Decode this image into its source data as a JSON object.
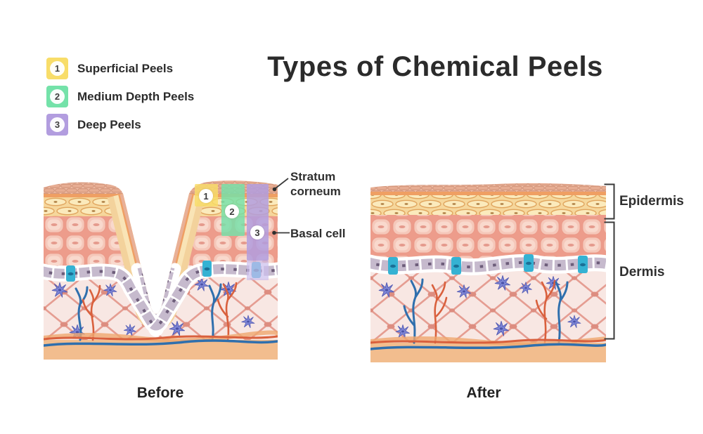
{
  "title": "Types of Chemical Peels",
  "legend": [
    {
      "number": "1",
      "label": "Superficial Peels",
      "color": "#f8dd69"
    },
    {
      "number": "2",
      "label": "Medium Depth Peels",
      "color": "#74e2a9"
    },
    {
      "number": "3",
      "label": "Deep Peels",
      "color": "#b29ddf"
    }
  ],
  "badges": {
    "one": "1",
    "two": "2",
    "three": "3"
  },
  "annotations": {
    "stratum_line1": "Stratum",
    "stratum_line2": "corneum",
    "basal_cell": "Basal cell",
    "epidermis": "Epidermis",
    "dermis": "Dermis"
  },
  "captions": {
    "before": "Before",
    "after": "After"
  },
  "colors": {
    "title_text": "#2b2b2b",
    "legend_yellow": "#f8dd69",
    "legend_green": "#74e2a9",
    "legend_purple": "#b29ddf",
    "peel_purple_light": "#cabded",
    "stratum_corneum_brick": "#e7ad93",
    "granular_yellow": "#fbeabc",
    "epidermis_pink": "#f5c8ba",
    "basal_gray": "#c6bacd",
    "basal_teal": "#35b2d3",
    "dermis_bg": "#f8e7e3",
    "collagen": "#e59d92",
    "vessel_red": "#d9603d",
    "vessel_blue": "#2f6fad",
    "subcutis_tan": "#f2bd8e"
  }
}
